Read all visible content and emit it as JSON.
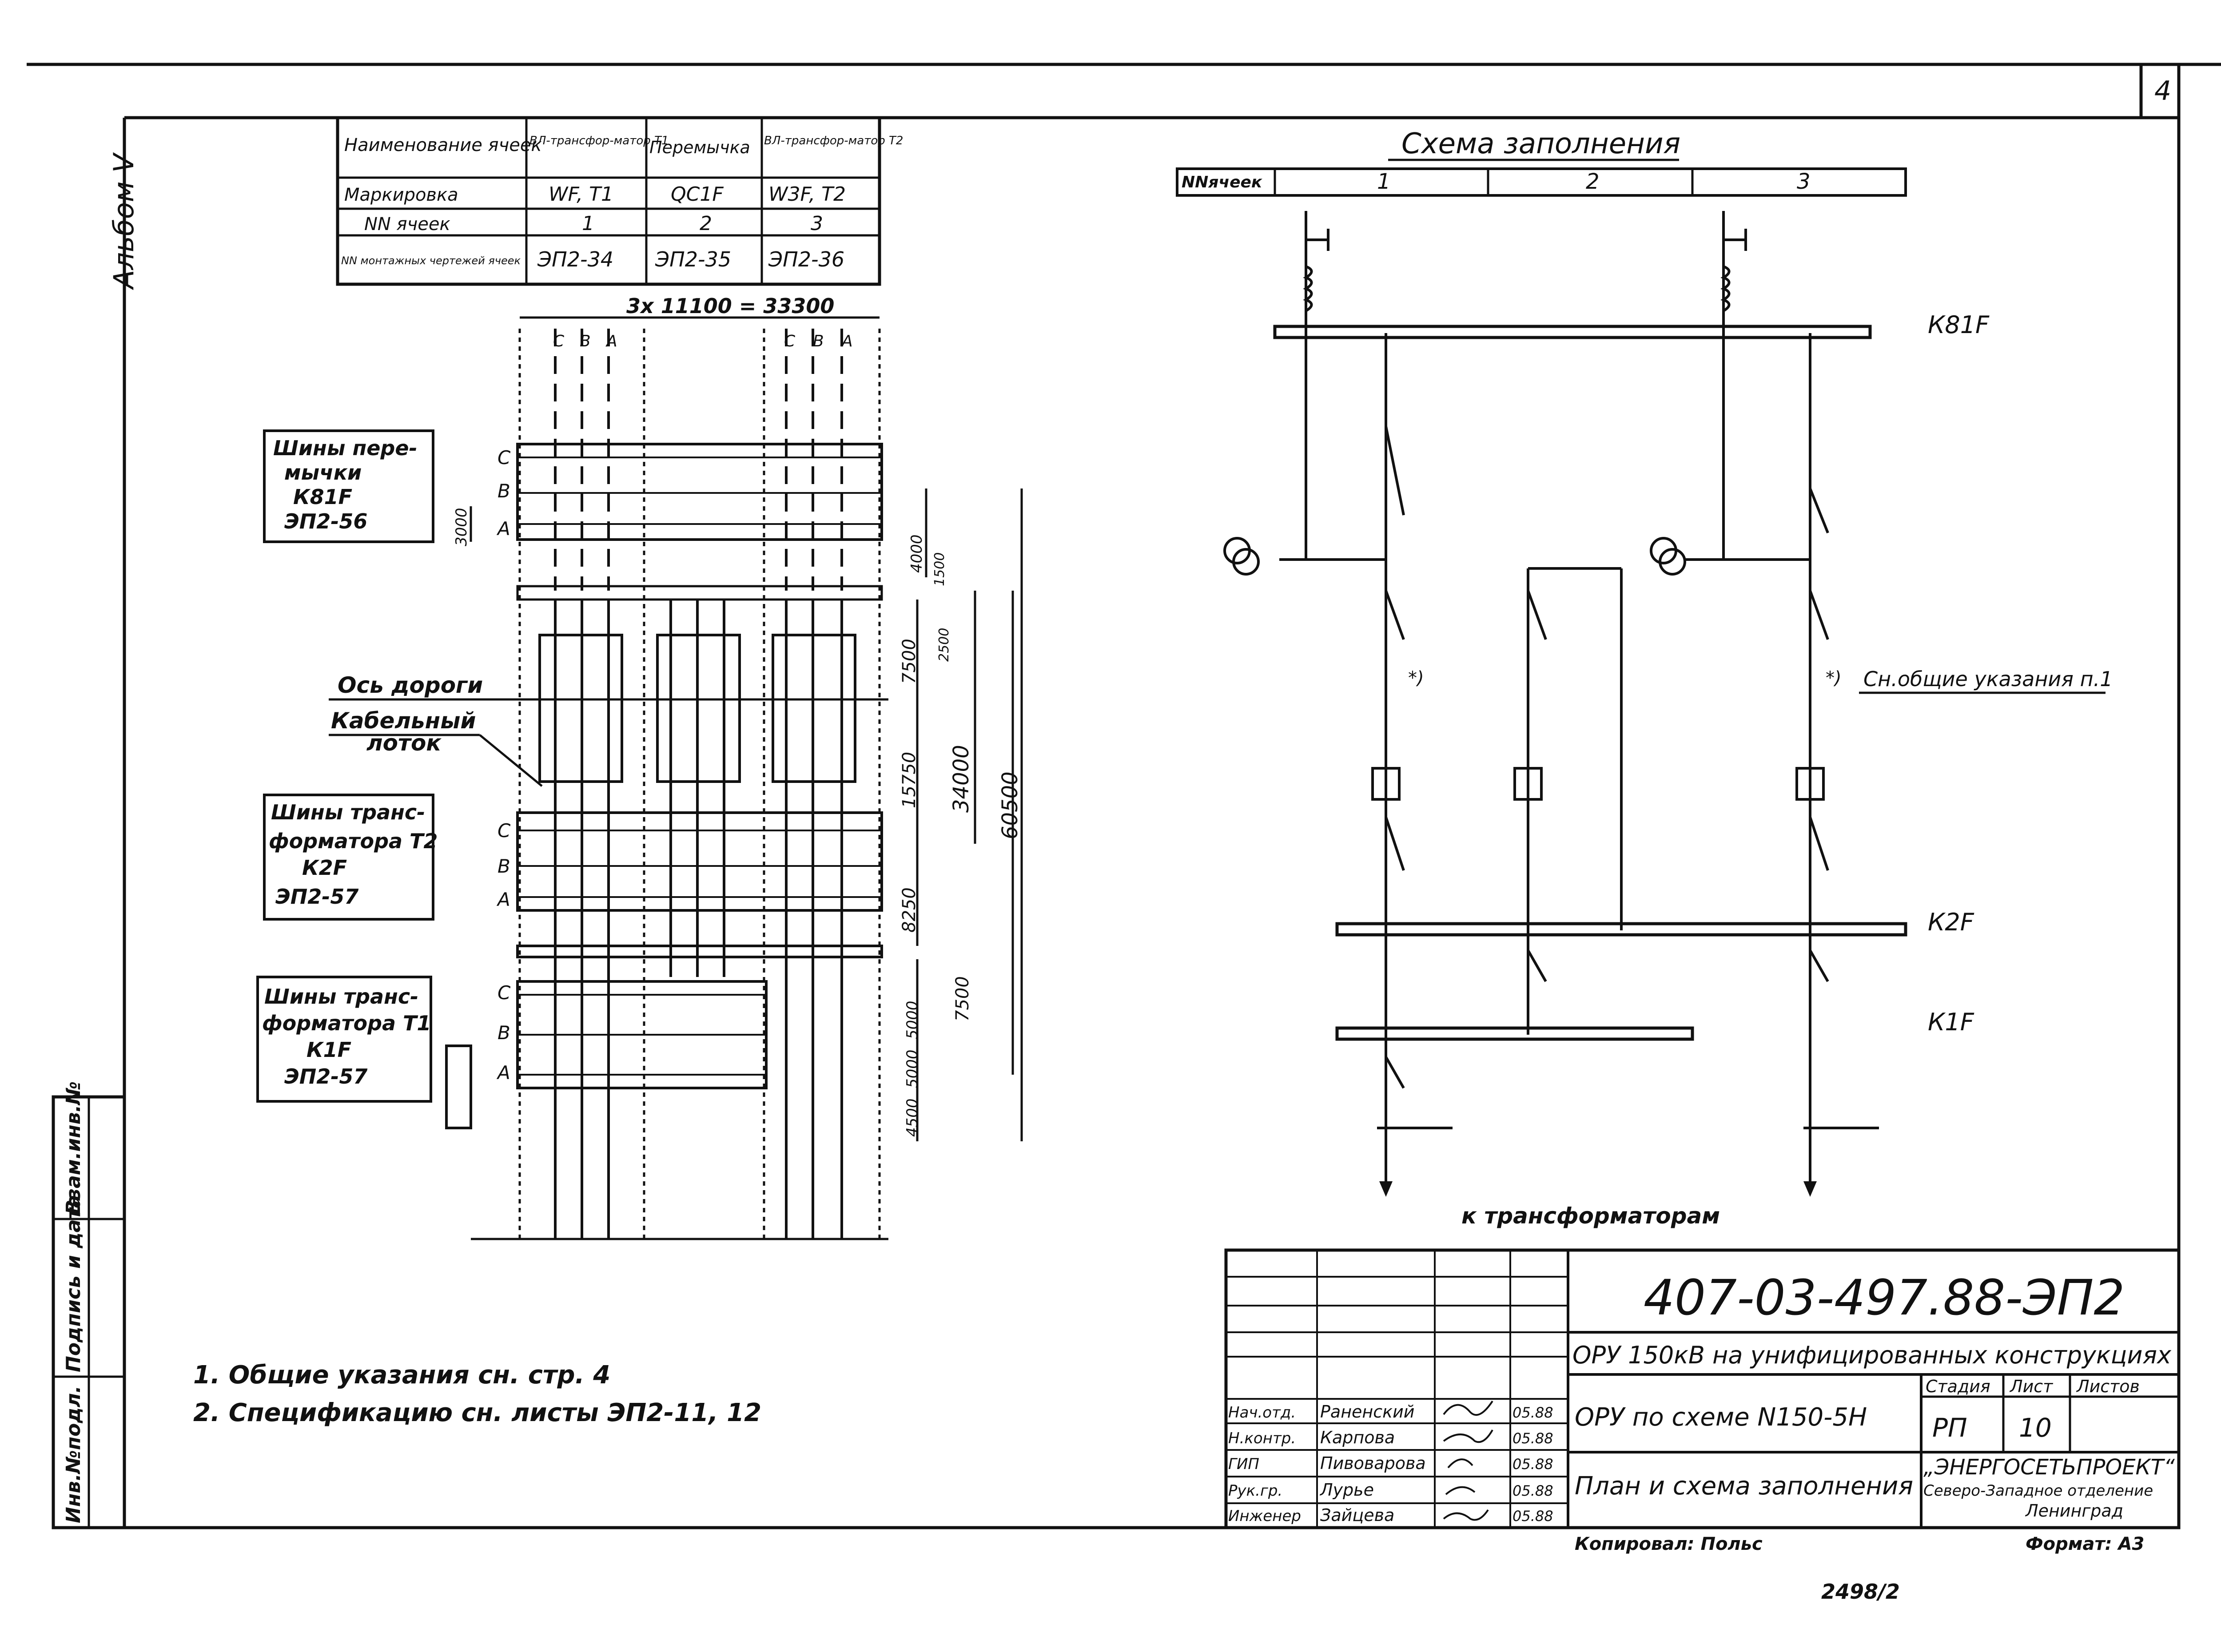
{
  "corner": {
    "sheet_mark": "4",
    "stamp_top": "Альбом V"
  },
  "cells_table": {
    "headers": [
      "Наименование ячеек",
      "ВЛ-трансфор-матор Т1",
      "Перемычка",
      "ВЛ-трансфор-матор Т2"
    ],
    "rows": [
      [
        "Маркировка",
        "WF, T1",
        "QC1F",
        "W3F, T2"
      ],
      [
        "NN ячеек",
        "1",
        "2",
        "3"
      ],
      [
        "NN монтажных чертежей ячеек",
        "ЭП2-34",
        "ЭП2-35",
        "ЭП2-36"
      ]
    ]
  },
  "plan": {
    "top_dim": "3x 11100 = 33300",
    "phase_labels_top": [
      "С",
      "В",
      "А"
    ],
    "phase_labels_left": [
      "С",
      "В",
      "А"
    ],
    "buses": [
      {
        "lines": [
          "Шины пере-",
          "мычки",
          "К81F",
          "ЭП2-56"
        ]
      },
      {
        "lines": [
          "Шины транс-",
          "форматора Т2",
          "К2F",
          "ЭП2-57"
        ]
      },
      {
        "lines": [
          "Шины транс-",
          "форматора Т1",
          "К1F",
          "ЭП2-57"
        ]
      }
    ],
    "road_label": "Ось дороги",
    "cable_label": [
      "Кабельный",
      "лоток"
    ],
    "dims": [
      "3000",
      "4000",
      "1500",
      "2500",
      "7500",
      "15750",
      "8250",
      "7500",
      "5000",
      "5000",
      "4500",
      "34000",
      "60500"
    ]
  },
  "scheme": {
    "title": "Схема заполнения",
    "header_label": "NNячеек",
    "cell_numbers": [
      "1",
      "2",
      "3"
    ],
    "bus_labels": [
      "К81F",
      "К2F",
      "К1F"
    ],
    "note": "Сн.общие указания п.1",
    "note_mark": "*)",
    "bottom_label": "к трансформаторам"
  },
  "notes": [
    "1. Общие указания  сн. стр. 4",
    "2. Спецификацию  сн. листы  ЭП2-11, 12"
  ],
  "side_stamp": [
    "Инв.№подл.",
    "Подпись и дата",
    "Взам.инв.№"
  ],
  "title_block": {
    "doc_code": "407-03-497.88-ЭП2",
    "project": "ОРУ 150кВ на унифицированных конструкциях",
    "scheme": "ОРУ по схеме N150-5Н",
    "sheet_title": "План и схема заполнения",
    "stage_header": "Стадия",
    "sheet_header": "Лист",
    "sheets_header": "Листов",
    "stage": "РП",
    "sheet_no": "10",
    "org": [
      "„ЭНЕРГОСЕТЬПРОЕКТ“",
      "Северо-Западное отделение",
      "Ленинград"
    ],
    "staff": [
      {
        "role": "Нач.отд.",
        "name": "Раненский",
        "date": "05.88"
      },
      {
        "role": "Н.контр.",
        "name": "Карпова",
        "date": "05.88"
      },
      {
        "role": "ГИП",
        "name": "Пивоварова",
        "date": "05.88"
      },
      {
        "role": "Рук.гр.",
        "name": "Лурье",
        "date": "05.88"
      },
      {
        "role": "Инженер",
        "name": "Зайцева",
        "date": "05.88"
      }
    ],
    "copied": "Копировал: Польс",
    "format": "Формат: А3",
    "inv": "2498/2"
  }
}
